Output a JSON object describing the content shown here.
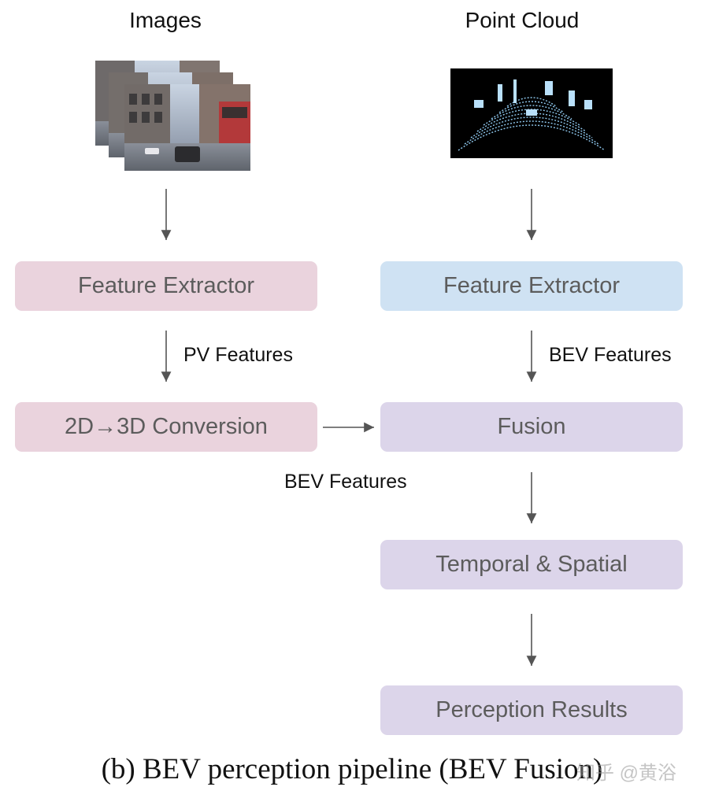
{
  "columns": {
    "images_title": "Images",
    "pointcloud_title": "Point Cloud"
  },
  "boxes": {
    "img_feature_extractor": "Feature Extractor",
    "pc_feature_extractor": "Feature Extractor",
    "conversion": "2D→3D Conversion",
    "fusion": "Fusion",
    "temporal_spatial": "Temporal & Spatial",
    "perception_results": "Perception Results"
  },
  "edge_labels": {
    "pv_features": "PV Features",
    "bev_features_pc": "BEV Features",
    "bev_features_img": "BEV Features"
  },
  "caption": "(b) BEV perception pipeline (BEV Fusion)",
  "watermark": "知乎 @黄浴",
  "colors": {
    "image_branch": "#ead3dd",
    "pointcloud_branch": "#cfe2f3",
    "fusion_branch": "#dcd5ea",
    "arrow": "#555555"
  }
}
